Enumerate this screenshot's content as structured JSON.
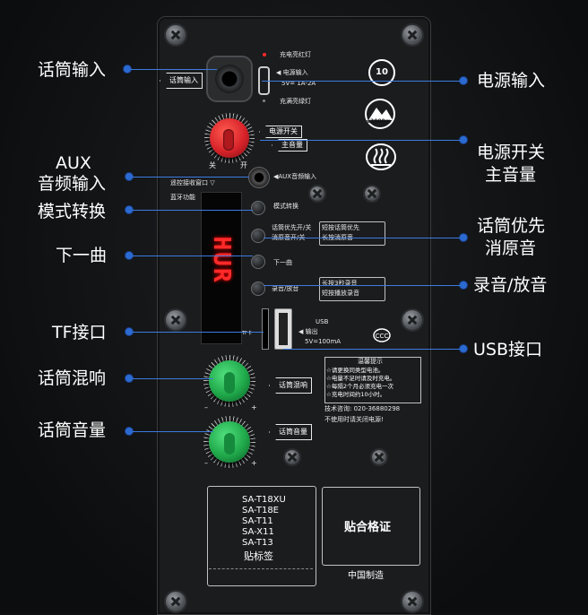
{
  "labels_left": {
    "mic_input": "话筒输入",
    "aux_line1": "AUX",
    "aux_line2": "音频输入",
    "mode_switch": "模式转换",
    "next_track": "下一曲",
    "tf_port": "TF接口",
    "mic_reverb": "话筒混响",
    "mic_volume": "话筒音量"
  },
  "labels_right": {
    "power_input": "电源输入",
    "power_switch_line1": "电源开关",
    "power_switch_line2": "主音量",
    "mic_priority_line1": "话筒优先",
    "mic_priority_line2": "消原音",
    "record_play": "录音/放音",
    "usb_port": "USB接口"
  },
  "panel": {
    "charge_red": "充电亮红灯",
    "power_input": "◀ 电源输入",
    "power_spec": "5V= 1A-2A",
    "charge_green": "充满亮绿灯",
    "mic_jack_label": "话筒输入",
    "power_switch": "电源开关",
    "master_vol": "主音量",
    "off_label": "关",
    "on_label": "开",
    "minus": "–",
    "plus": "+",
    "remote_rx": "遥控接收窗口 ▽",
    "bluetooth": "蓝牙功能",
    "aux_input": "◀AUX音频输入",
    "mode_btn": "模式转换",
    "mic_pri_1": "话筒优先开/关",
    "mic_pri_2": "消原音开/关",
    "mic_pri_desc_1": "短按话筒优先",
    "mic_pri_desc_2": "长按消原音",
    "next_btn": "下一曲",
    "rec_btn": "录音/放音",
    "rec_desc_1": "长按3秒录音",
    "rec_desc_2": "短按播放录音",
    "display_text": "HUR",
    "tf_label": "TF卡",
    "usb_label": "USB",
    "usb_out": "◀ 输出",
    "usb_spec": "5V=100mA",
    "reverb_label": "话筒混响",
    "mic_vol_label": "话筒音量",
    "warm_title": "温馨提示",
    "warm_1": "☆请更换同类型电池。",
    "warm_2": "☆电量不足时请及时充电。",
    "warm_3": "☆每隔2个月必须充电一次",
    "warm_4": "☆充电时间约10小时。",
    "tech": "技术咨询: 020-36880298",
    "unplug": "不使用时请关闭电源!",
    "badge_years": "10",
    "badge_alt": "≤2000m",
    "models": [
      "SA-T18XU",
      "SA-T18E",
      "SA-T11",
      "SA-X11",
      "SA-T13"
    ],
    "sticker": "贴标签",
    "cert": "贴合格证",
    "made_in": "中国制造"
  },
  "colors": {
    "accent_blue": "#2b6ad1",
    "knob_red": "#d8232a",
    "knob_green": "#1fa84a",
    "led_red": "#ff2a2a"
  }
}
